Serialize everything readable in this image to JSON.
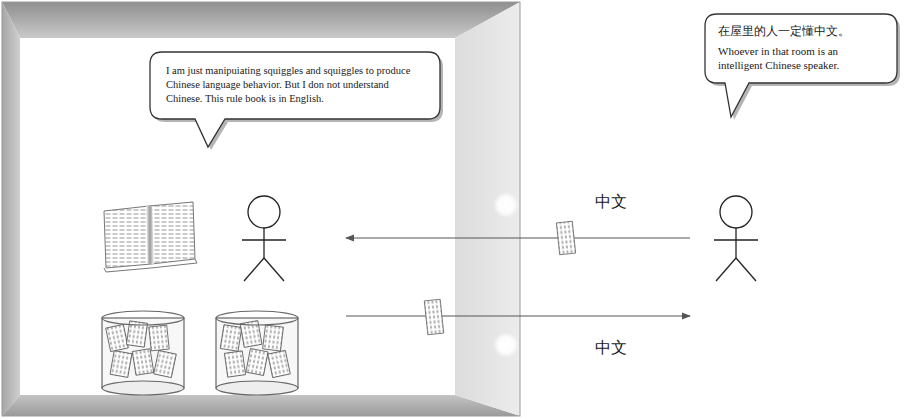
{
  "diagram": {
    "nodes": [
      {
        "text": [
          "I am just manipuiating squiggles and squiggles to produce Chinese language behavior. But I don not understand Chinese. This rule book is in English."
        ]
      },
      {
        "text": [
          "在屋里的人一定懂中文。",
          "Whoever in that room is an intelligent Chinese speaker."
        ]
      }
    ],
    "labels": [
      "中文",
      "中文"
    ]
  }
}
